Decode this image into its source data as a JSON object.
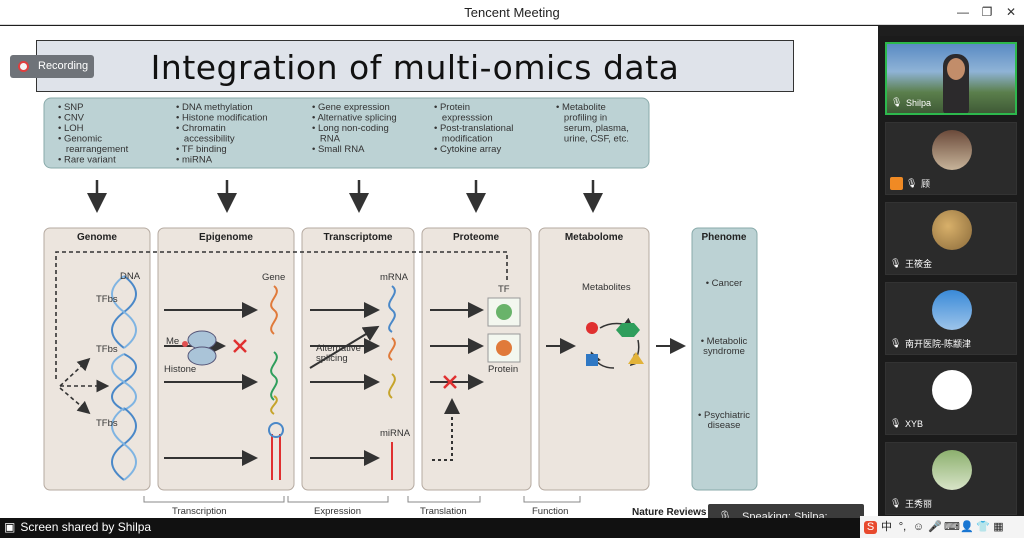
{
  "window": {
    "title": "Tencent Meeting"
  },
  "recording": {
    "label": "Recording"
  },
  "slide": {
    "title": "Integration of multi-omics data",
    "source": "Nature Reviews",
    "inputs": [
      {
        "items": [
          "• SNP",
          "• CNV",
          "• LOH",
          "• Genomic",
          "  rearrangement",
          "• Rare variant"
        ]
      },
      {
        "items": [
          "• DNA methylation",
          "• Histone modification",
          "• Chromatin",
          "  accessibility",
          "• TF binding",
          "• miRNA"
        ]
      },
      {
        "items": [
          "• Gene expression",
          "• Alternative splicing",
          "• Long non-coding",
          "  RNA",
          "• Small RNA"
        ]
      },
      {
        "items": [
          "• Protein",
          "  expresssion",
          "• Post-translational",
          "  modification",
          "• Cytokine array"
        ]
      },
      {
        "items": [
          "• Metabolite",
          "  profiling in",
          "  serum, plasma,",
          "  urine, CSF, etc."
        ]
      }
    ],
    "columns": [
      "Genome",
      "Epigenome",
      "Transcriptome",
      "Proteome",
      "Metabolome",
      "Phenome"
    ],
    "labels": {
      "dna": "DNA",
      "tfbs1": "TFbs",
      "tfbs2": "TFbs",
      "tfbs3": "TFbs",
      "gene": "Gene",
      "me": "Me",
      "histone": "Histone",
      "mrna": "mRNA",
      "alt1": "Alternative",
      "alt2": "splicing",
      "mirna": "miRNA",
      "tf": "TF",
      "protein": "Protein",
      "metabolites": "Metabolites"
    },
    "phenome": [
      "• Cancer",
      "• Metabolic",
      "syndrome",
      "• Psychiatric",
      "disease"
    ],
    "processes": [
      "Transcription",
      "Expression",
      "Translation",
      "Function"
    ]
  },
  "participants": [
    {
      "name": "Shilpa",
      "speaking": true
    },
    {
      "name": "顾",
      "host_icon": true
    },
    {
      "name": "王筱金"
    },
    {
      "name": "南开医院-陈颛津"
    },
    {
      "name": "XYB"
    },
    {
      "name": "王秀丽"
    }
  ],
  "bottom": {
    "screen_shared": "Screen shared by Shilpa",
    "speaking": "Speaking: Shilpa;",
    "tray_input": "中"
  },
  "colors": {
    "speaking_border": "#2db84d",
    "box_fill": "#bcd2d4",
    "col_fill": "#ece5de"
  }
}
